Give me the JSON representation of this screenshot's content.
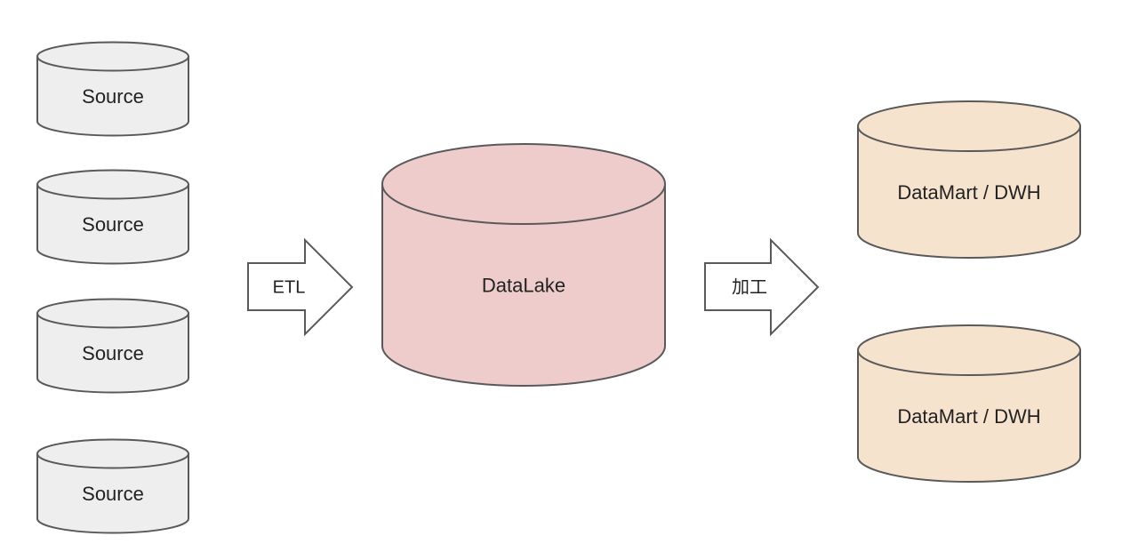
{
  "sources": [
    {
      "label": "Source"
    },
    {
      "label": "Source"
    },
    {
      "label": "Source"
    },
    {
      "label": "Source"
    }
  ],
  "etl_arrow": {
    "label": "ETL"
  },
  "datalake": {
    "label": "DataLake"
  },
  "process_arrow": {
    "label": "加工"
  },
  "datamarts": [
    {
      "label": "DataMart / DWH"
    },
    {
      "label": "DataMart / DWH"
    }
  ],
  "colors": {
    "source_fill": "#eeeeee",
    "datalake_fill": "#eecccc",
    "datamart_fill": "#f6e3cd",
    "stroke": "#595959",
    "arrow_fill": "#ffffff"
  }
}
